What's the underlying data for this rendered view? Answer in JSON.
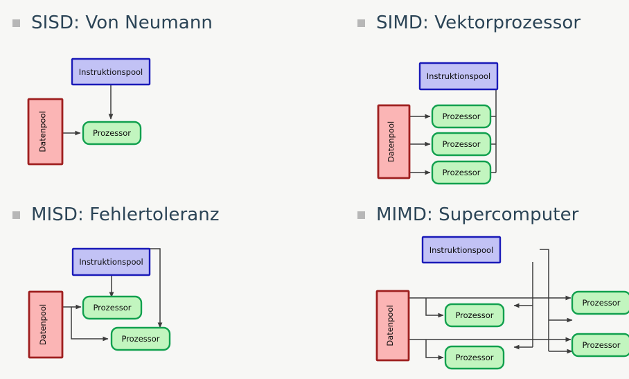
{
  "slide": {
    "background_color": "#f7f7f5",
    "title_color": "#2b4456",
    "bullet_color": "#b7b7b7"
  },
  "palette": {
    "instruction_fill": "#c2c2f5",
    "instruction_stroke": "#1a1ab8",
    "data_fill": "#fbb5b5",
    "data_stroke": "#9e1f1f",
    "processor_fill": "#c2f5bf",
    "processor_stroke": "#11a04e",
    "arrow_color": "#3c3c3c"
  },
  "labels": {
    "instruction_pool": "Instruktionspool",
    "data_pool": "Datenpool",
    "processor": "Prozessor"
  },
  "quadrants": [
    {
      "id": "sisd",
      "bullet_title": "SISD: Von Neumann",
      "instruction_pools": 1,
      "data_pools": 1,
      "processors": 1
    },
    {
      "id": "simd",
      "bullet_title": "SIMD: Vektorprozessor",
      "instruction_pools": 1,
      "data_pools": 1,
      "processors": 3
    },
    {
      "id": "misd",
      "bullet_title": "MISD: Fehlertoleranz",
      "instruction_pools": 1,
      "data_pools": 1,
      "processors": 2
    },
    {
      "id": "mimd",
      "bullet_title": "MIMD: Supercomputer",
      "instruction_pools": 1,
      "data_pools": 1,
      "processors": 4
    }
  ]
}
